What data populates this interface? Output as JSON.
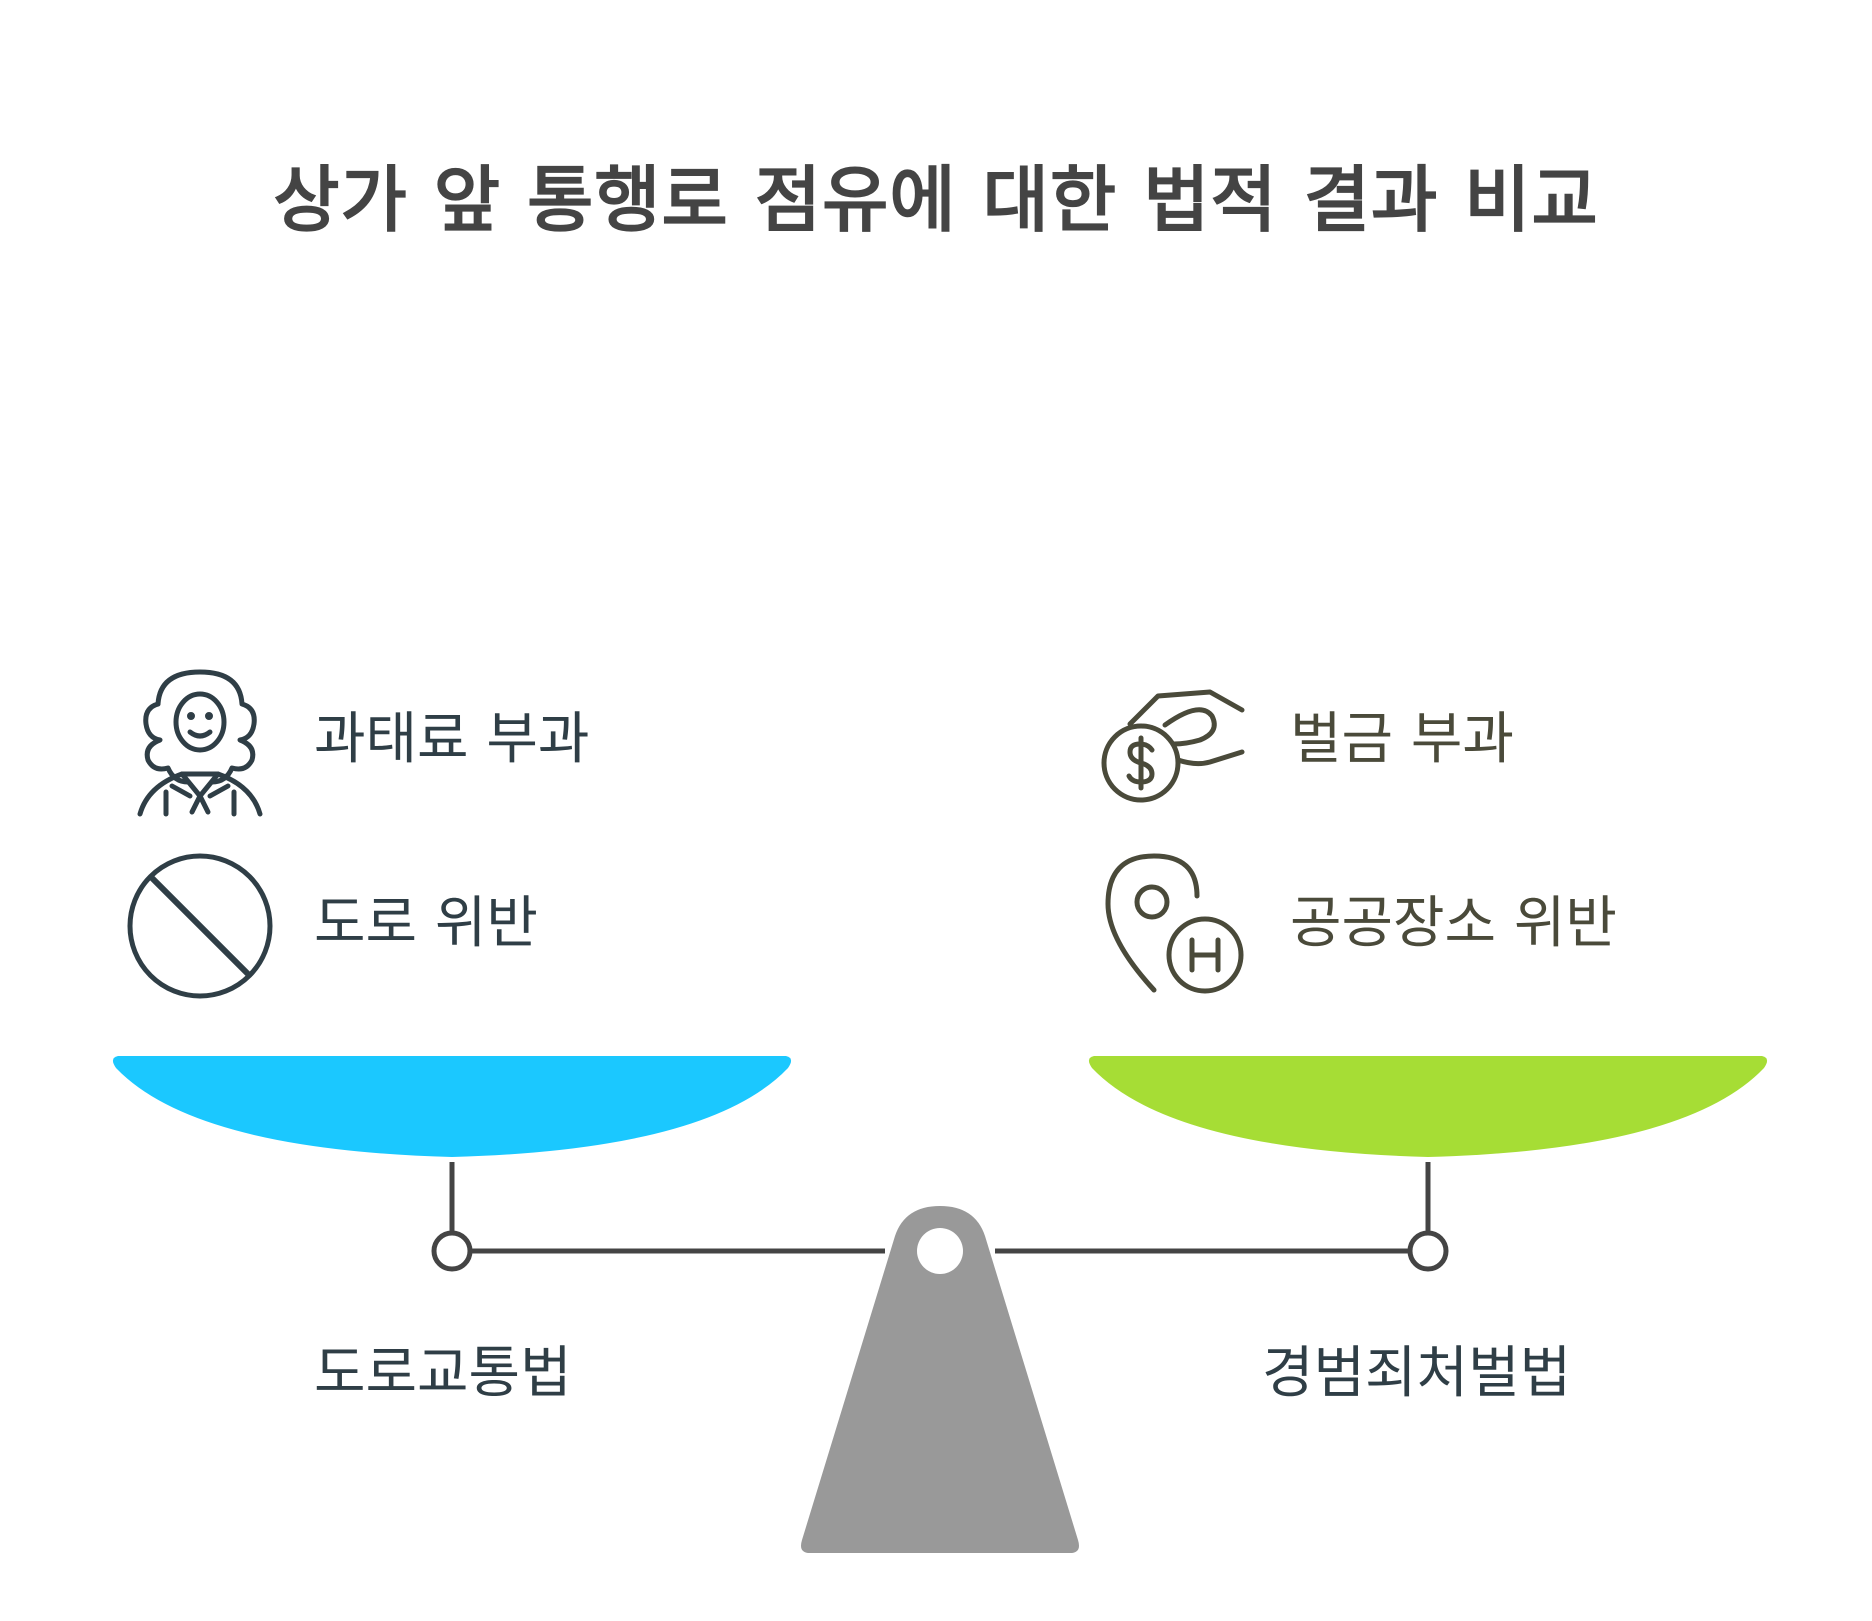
{
  "title": "상가 앞 통행로 점유에 대한 법적 결과 비교",
  "left": {
    "law": "도로교통법",
    "items": [
      {
        "label": "과태료 부과",
        "icon": "judge-icon"
      },
      {
        "label": "도로 위반",
        "icon": "prohibited-icon"
      }
    ],
    "pan_color": "#1bc8ff"
  },
  "right": {
    "law": "경범죄처벌법",
    "items": [
      {
        "label": "벌금 부과",
        "icon": "hand-money-icon"
      },
      {
        "label": "공공장소 위반",
        "icon": "location-pin-icon"
      }
    ],
    "pan_color": "#a6dd35"
  },
  "colors": {
    "fulcrum": "#999999",
    "beam": "#444444",
    "icon_left": "#2f3e46",
    "icon_right": "#4a4a3a"
  }
}
